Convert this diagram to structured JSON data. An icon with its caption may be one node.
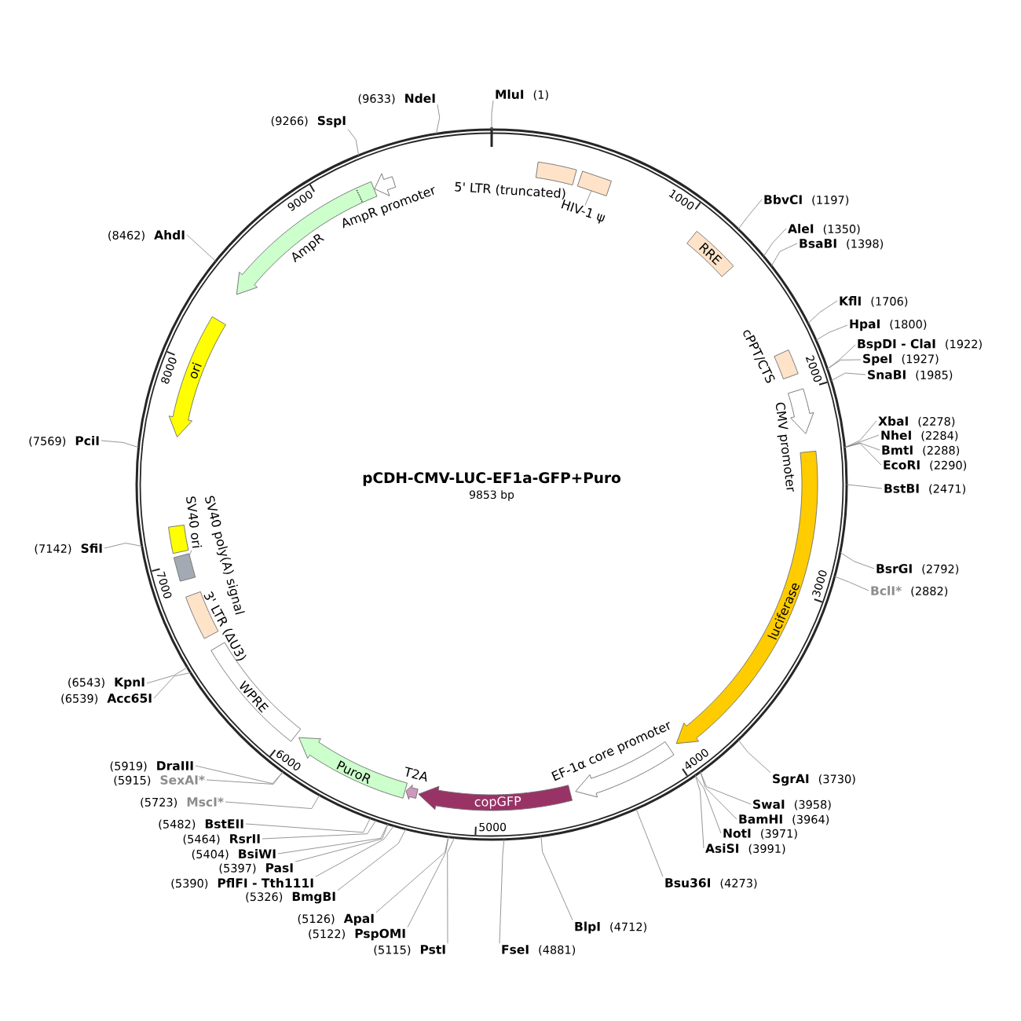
{
  "diagram": {
    "nodes": [
      {
        "text": [
          "pCDH-CMV-LUC-EF1a-GFP+Puro",
          "9853 bp"
        ]
      },
      {
        "text": [
          "5' LTR (truncated)"
        ],
        "in": 0
      },
      {
        "text": [
          "HIV-1 ψ"
        ],
        "in": 0
      },
      {
        "text": [],
        "shape": "box",
        "in": 0
      },
      {
        "text": [
          "RRE"
        ],
        "in": 0
      },
      {
        "text": [
          "cPPT/CTS"
        ],
        "in": 0
      },
      {
        "text": [
          "CMV promoter"
        ],
        "in": 0
      },
      {
        "text": [
          "luciferase"
        ],
        "in": 0
      },
      {
        "text": [
          "EF-1α core promoter"
        ],
        "in": 0
      },
      {
        "text": [
          "copGFP"
        ],
        "in": 0
      },
      {
        "text": [
          "T2A"
        ],
        "in": 0
      },
      {
        "text": [
          "PuroR"
        ],
        "in": 0
      },
      {
        "text": [
          "WPRE"
        ],
        "in": 0
      },
      {
        "text": [
          "3' LTR (ΔU3)"
        ],
        "in": 0
      },
      {
        "text": [
          "SV40 ori"
        ],
        "in": 0
      },
      {
        "text": [],
        "shape": "box",
        "in": 0
      },
      {
        "text": [
          "SV40 poly(A) signal"
        ],
        "in": 0
      },
      {
        "text": [
          "ori"
        ],
        "in": 0
      },
      {
        "text": [
          "AmpR"
        ],
        "in": 0
      },
      {
        "text": [
          "AmpR promoter"
        ],
        "in": 0
      },
      {
        "text": [
          "MluI",
          "(1)"
        ]
      },
      {
        "text": [
          "BbvCI",
          "(1197)"
        ]
      },
      {
        "text": [
          "AleI",
          "(1350)"
        ]
      },
      {
        "text": [
          "BsaBI",
          "(1398)"
        ]
      },
      {
        "text": [
          "KflI",
          "(1706)"
        ]
      },
      {
        "text": [
          "HpaI",
          "(1800)"
        ]
      },
      {
        "text": [
          "BspDI - ClaI",
          "(1922)"
        ]
      },
      {
        "text": [
          "SpeI",
          "(1927)"
        ]
      },
      {
        "text": [
          "SnaBI",
          "(1985)"
        ]
      },
      {
        "text": [
          "XbaI",
          "(2278)"
        ]
      },
      {
        "text": [
          "NheI",
          "(2284)"
        ]
      },
      {
        "text": [
          "BmtI",
          "(2288)"
        ]
      },
      {
        "text": [
          "EcoRI",
          "(2290)"
        ]
      },
      {
        "text": [
          "BstBI",
          "(2471)"
        ]
      },
      {
        "text": [
          "BsrGI",
          "(2792)"
        ]
      },
      {
        "text": [
          "BclI*",
          "(2882)"
        ]
      },
      {
        "text": [
          "SgrAI",
          "(3730)"
        ]
      },
      {
        "text": [
          "SwaI",
          "(3958)"
        ]
      },
      {
        "text": [
          "BamHI",
          "(3964)"
        ]
      },
      {
        "text": [
          "NotI",
          "(3971)"
        ]
      },
      {
        "text": [
          "AsiSI",
          "(3991)"
        ]
      },
      {
        "text": [
          "Bsu36I",
          "(4273)"
        ]
      },
      {
        "text": [
          "BlpI",
          "(4712)"
        ]
      },
      {
        "text": [
          "FseI",
          "(4881)"
        ]
      },
      {
        "text": [
          "(5115)",
          "PstI"
        ]
      },
      {
        "text": [
          "(5122)",
          "PspOMI"
        ]
      },
      {
        "text": [
          "(5126)",
          "ApaI"
        ]
      },
      {
        "text": [
          "(5326)",
          "BmgBI"
        ]
      },
      {
        "text": [
          "(5390)",
          "PflFI - Tth111I"
        ]
      },
      {
        "text": [
          "(5397)",
          "PasI"
        ]
      },
      {
        "text": [
          "(5404)",
          "BsiWI"
        ]
      },
      {
        "text": [
          "(5464)",
          "RsrII"
        ]
      },
      {
        "text": [
          "(5482)",
          "BstEII"
        ]
      },
      {
        "text": [
          "(5723)",
          "MscI*"
        ]
      },
      {
        "text": [
          "(5915)",
          "SexAI*"
        ]
      },
      {
        "text": [
          "(5919)",
          "DraIII"
        ]
      },
      {
        "text": [
          "(6539)",
          "Acc65I"
        ]
      },
      {
        "text": [
          "(6543)",
          "KpnI"
        ]
      },
      {
        "text": [
          "(7142)",
          "SfiI"
        ]
      },
      {
        "text": [
          "(7569)",
          "PciI"
        ]
      },
      {
        "text": [
          "(8462)",
          "AhdI"
        ]
      },
      {
        "text": [
          "(9266)",
          "SspI"
        ]
      },
      {
        "text": [
          "(9633)",
          "NdeI"
        ]
      }
    ],
    "edges": [
      {
        "from": 2,
        "to": 3,
        "arrow": "none"
      },
      {
        "from": 14,
        "to": 15,
        "arrow": "none"
      },
      {
        "from": 20,
        "to": 0,
        "arrow": "none"
      },
      {
        "from": 21,
        "to": 0,
        "arrow": "none"
      },
      {
        "from": 22,
        "to": 0,
        "arrow": "none"
      },
      {
        "from": 23,
        "to": 0,
        "arrow": "none"
      },
      {
        "from": 24,
        "to": 0,
        "arrow": "none"
      },
      {
        "from": 25,
        "to": 0,
        "arrow": "none"
      },
      {
        "from": 26,
        "to": 0,
        "arrow": "none"
      },
      {
        "from": 27,
        "to": 0,
        "arrow": "none"
      },
      {
        "from": 28,
        "to": 0,
        "arrow": "none"
      },
      {
        "from": 29,
        "to": 0,
        "arrow": "none"
      },
      {
        "from": 30,
        "to": 0,
        "arrow": "none"
      },
      {
        "from": 31,
        "to": 0,
        "arrow": "none"
      },
      {
        "from": 32,
        "to": 0,
        "arrow": "none"
      },
      {
        "from": 33,
        "to": 0,
        "arrow": "none"
      },
      {
        "from": 34,
        "to": 0,
        "arrow": "none"
      },
      {
        "from": 35,
        "to": 0,
        "arrow": "none"
      },
      {
        "from": 36,
        "to": 0,
        "arrow": "none"
      },
      {
        "from": 37,
        "to": 0,
        "arrow": "none"
      },
      {
        "from": 38,
        "to": 0,
        "arrow": "none"
      },
      {
        "from": 39,
        "to": 0,
        "arrow": "none"
      },
      {
        "from": 40,
        "to": 0,
        "arrow": "none"
      },
      {
        "from": 41,
        "to": 0,
        "arrow": "none"
      },
      {
        "from": 42,
        "to": 0,
        "arrow": "none"
      },
      {
        "from": 43,
        "to": 0,
        "arrow": "none"
      },
      {
        "from": 44,
        "to": 0,
        "arrow": "none"
      },
      {
        "from": 45,
        "to": 0,
        "arrow": "none"
      },
      {
        "from": 46,
        "to": 0,
        "arrow": "none"
      },
      {
        "from": 47,
        "to": 0,
        "arrow": "none"
      },
      {
        "from": 48,
        "to": 0,
        "arrow": "none"
      },
      {
        "from": 49,
        "to": 0,
        "arrow": "none"
      },
      {
        "from": 50,
        "to": 0,
        "arrow": "none"
      },
      {
        "from": 51,
        "to": 0,
        "arrow": "none"
      },
      {
        "from": 52,
        "to": 0,
        "arrow": "none"
      },
      {
        "from": 53,
        "to": 0,
        "arrow": "none"
      },
      {
        "from": 54,
        "to": 0,
        "arrow": "none"
      },
      {
        "from": 55,
        "to": 0,
        "arrow": "none"
      },
      {
        "from": 56,
        "to": 0,
        "arrow": "none"
      },
      {
        "from": 57,
        "to": 0,
        "arrow": "none"
      },
      {
        "from": 58,
        "to": 0,
        "arrow": "none"
      },
      {
        "from": 59,
        "to": 0,
        "arrow": "none"
      },
      {
        "from": 60,
        "to": 0,
        "arrow": "none"
      },
      {
        "from": 61,
        "to": 0,
        "arrow": "none"
      },
      {
        "from": 62,
        "to": 0,
        "arrow": "none"
      }
    ],
    "labels": [
      "1000",
      "2000",
      "3000",
      "4000",
      "5000",
      "6000",
      "7000",
      "8000",
      "9000"
    ]
  }
}
